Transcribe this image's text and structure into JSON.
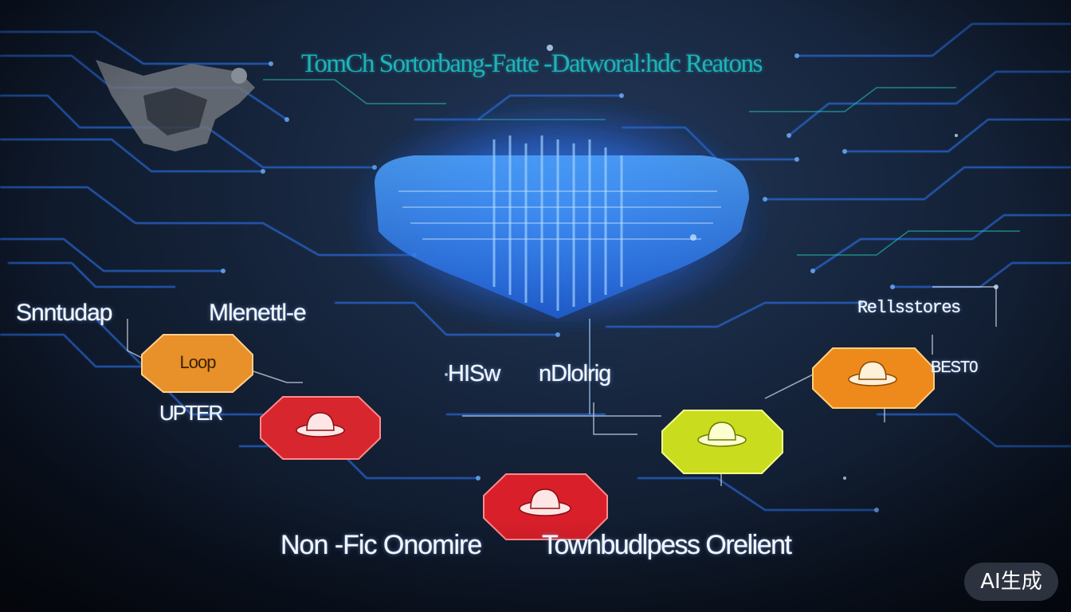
{
  "title": "TomCh Sortorbang-Fatte -Datworal:hdc Reatons",
  "labels": {
    "integrate": "Snntudap",
    "monitor": "Mlenettl-e",
    "update": "UPTER",
    "hisw": "HISw",
    "onlog": "nDlolrig",
    "relstores": "Rellsstores",
    "best": "BEST0",
    "nonfic": "Non -Fic Onomire",
    "town": "Townbudlpess Orelient",
    "loop": "Loop"
  },
  "watermark": "AI生成",
  "nodes": [
    {
      "name": "node-loop-orange",
      "color": "#e8902a",
      "icon": "text"
    },
    {
      "name": "node-red-left",
      "color": "#d8262e",
      "icon": "hat-icon"
    },
    {
      "name": "node-red-bottom",
      "color": "#d81f2a",
      "icon": "hat-icon"
    },
    {
      "name": "node-yellow-green",
      "color": "#c9dc1e",
      "icon": "hat-icon"
    },
    {
      "name": "node-orange-right",
      "color": "#ee8a1c",
      "icon": "hat-icon"
    }
  ],
  "colors": {
    "circuit": "#2f7bff",
    "title": "#1fb3b8",
    "hub": "#2a78f0"
  }
}
